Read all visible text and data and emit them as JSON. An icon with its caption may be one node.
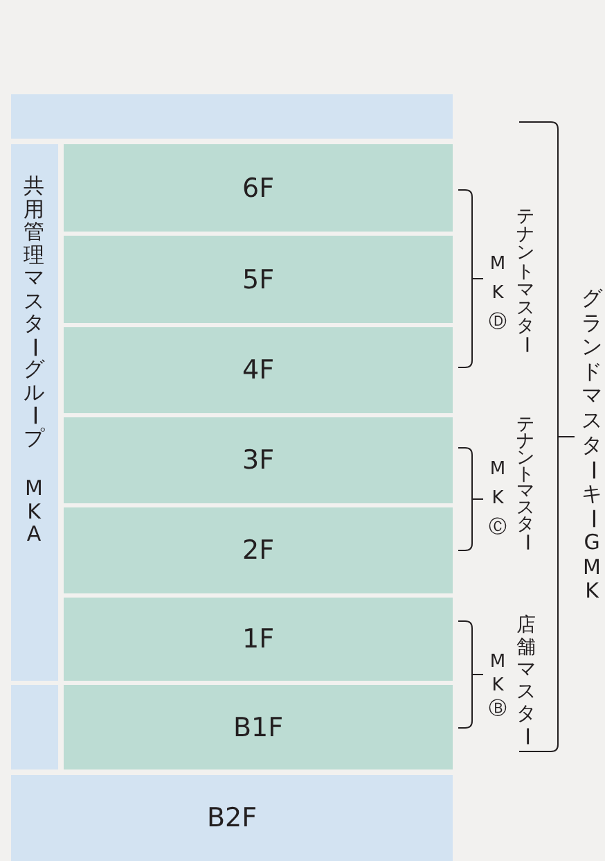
{
  "diagram": {
    "nodes": [
      {
        "text": [],
        "shape": "box"
      },
      {
        "text": [
          "共用管理マスターグループ",
          "MKA"
        ]
      },
      {
        "text": [
          "6F"
        ]
      },
      {
        "text": [
          "5F"
        ]
      },
      {
        "text": [
          "4F"
        ]
      },
      {
        "text": [
          "3F"
        ]
      },
      {
        "text": [
          "2F"
        ]
      },
      {
        "text": [
          "1F"
        ]
      },
      {
        "text": [],
        "shape": "box"
      },
      {
        "text": [
          "B1F"
        ]
      },
      {
        "text": [
          "B2F"
        ]
      }
    ],
    "labels": [
      "テナントマスター",
      "MKⒹ",
      "テナントマスター",
      "MKⒸ",
      "店舗マスター",
      "MKⒷ",
      "グランドマスターキーGMK"
    ]
  }
}
